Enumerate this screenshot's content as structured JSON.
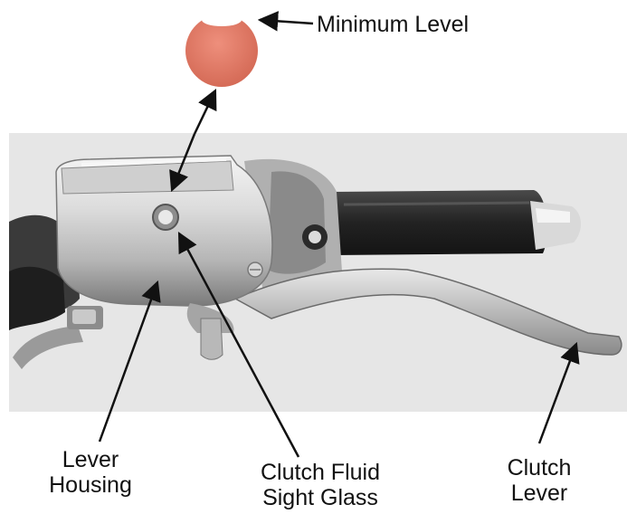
{
  "figure": {
    "labels": {
      "minimum_level": "Minimum Level",
      "lever_housing": [
        "Lever",
        "Housing"
      ],
      "sight_glass": [
        "Clutch Fluid",
        "Sight Glass"
      ],
      "clutch_lever": [
        "Clutch",
        "Lever"
      ]
    },
    "colors": {
      "photo_background": "#e6e6e6",
      "sight_glass_fluid": "#e07b67",
      "fluid_meniscus": "#ffffff",
      "chrome_light": "#f2f2f2",
      "chrome_mid": "#c4c4c4",
      "chrome_dark": "#6e6e6e",
      "grip_rubber": "#2b2b2b",
      "line_color": "#111111"
    },
    "icons": [
      "arrow-icon"
    ]
  }
}
